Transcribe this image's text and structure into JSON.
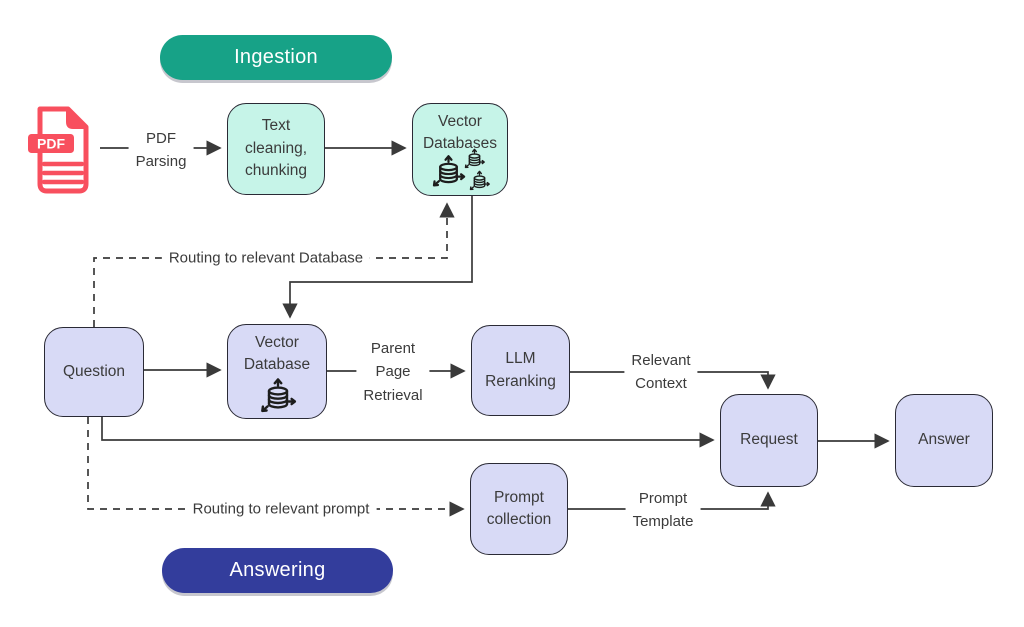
{
  "diagram": {
    "title_pills": {
      "ingestion": "Ingestion",
      "answering": "Answering"
    },
    "nodes": {
      "text_cleaning": "Text\ncleaning,\nchunking",
      "vector_databases": "Vector\nDatabases",
      "question": "Question",
      "vector_database": "Vector\nDatabase",
      "llm_reranking": "LLM\nReranking",
      "request": "Request",
      "answer": "Answer",
      "prompt_collection": "Prompt\ncollection"
    },
    "edge_labels": {
      "pdf_parsing": "PDF\nParsing",
      "routing_database": "Routing to relevant Database",
      "parent_page_retrieval": "Parent\nPage\nRetrieval",
      "relevant_context": "Relevant\nContext",
      "prompt_template": "Prompt\nTemplate",
      "routing_prompt": "Routing to relevant prompt"
    },
    "pdf_icon": {
      "label": "PDF"
    },
    "colors": {
      "ingestion_pill": "#17a287",
      "answering_pill": "#333d9c",
      "mint_fill": "#c6f4e8",
      "lavender_fill": "#d8daf6",
      "node_border": "#2a2a35",
      "line": "#3a3a3a",
      "text": "#3b3b3b",
      "pdf_red": "#f84f5e"
    }
  }
}
